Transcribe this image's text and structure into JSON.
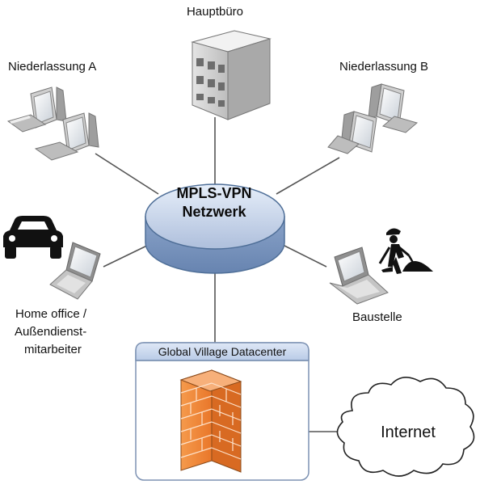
{
  "nodes": {
    "hauptbuero": "Hauptbüro",
    "niederlassung_a": "Niederlassung A",
    "niederlassung_b": "Niederlassung B",
    "home_office_line1": "Home office /",
    "home_office_line2": "Außendienst-",
    "home_office_line3": "mitarbeiter",
    "baustelle": "Baustelle",
    "internet": "Internet"
  },
  "hub": {
    "line1": "MPLS-VPN",
    "line2": "Netzwerk"
  },
  "datacenter": {
    "title": "Global Village Datacenter"
  },
  "colors": {
    "hub_fill": "#b7c9e4",
    "hub_stroke": "#4f6f98",
    "datacenter_header": "#c6d6ee",
    "firewall": "#f08a3a",
    "link": "#555555"
  },
  "icons": [
    "server-building-icon",
    "desktop-computer-icon",
    "laptop-icon",
    "car-icon",
    "construction-worker-icon",
    "firewall-icon",
    "cloud-icon"
  ]
}
